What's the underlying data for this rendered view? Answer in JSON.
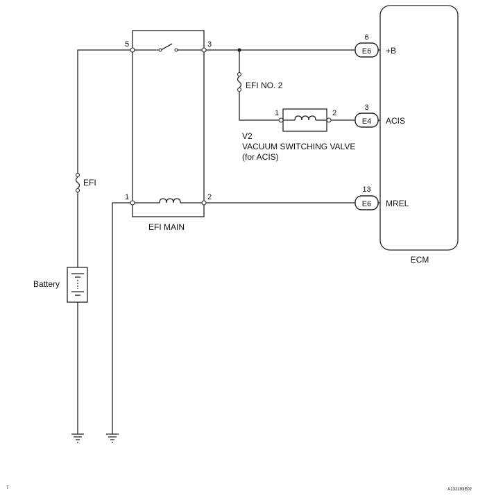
{
  "ecm": {
    "label": "ECM"
  },
  "relay": {
    "label": "EFI MAIN",
    "pins": {
      "p5": "5",
      "p3": "3",
      "p1": "1",
      "p2": "2"
    }
  },
  "fuses": {
    "efi": "EFI",
    "efi_no2": "EFI NO. 2"
  },
  "battery": {
    "label": "Battery"
  },
  "vsv": {
    "id": "V2",
    "name": "VACUUM SWITCHING VALVE",
    "note": "(for ACIS)",
    "pins": {
      "p1": "1",
      "p2": "2"
    }
  },
  "connectors": [
    {
      "pin": "6",
      "code": "E6",
      "signal": "+B"
    },
    {
      "pin": "3",
      "code": "E4",
      "signal": "ACIS"
    },
    {
      "pin": "13",
      "code": "E6",
      "signal": "MREL"
    }
  ],
  "footer": {
    "left_mark": "T",
    "code": "A132193E02"
  }
}
